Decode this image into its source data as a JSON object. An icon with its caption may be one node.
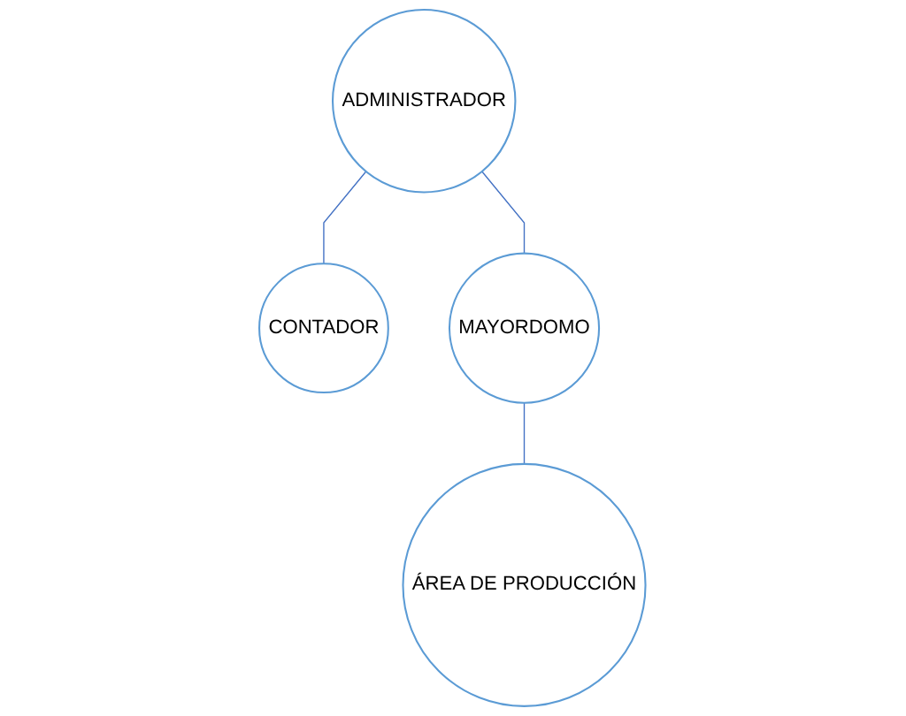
{
  "diagram": {
    "nodes": [
      {
        "text": [
          "ADMINISTRADOR"
        ]
      },
      {
        "text": [
          "CONTADOR"
        ]
      },
      {
        "text": [
          "MAYORDOMO"
        ]
      },
      {
        "text": [
          "ÁREA DE PRODUCCIÓN"
        ]
      }
    ],
    "edges": [
      {
        "from": 0,
        "to": 2,
        "arrow": "none"
      },
      {
        "from": 0,
        "to": 1,
        "arrow": "none"
      },
      {
        "from": 2,
        "to": 3,
        "arrow": "none"
      }
    ]
  }
}
